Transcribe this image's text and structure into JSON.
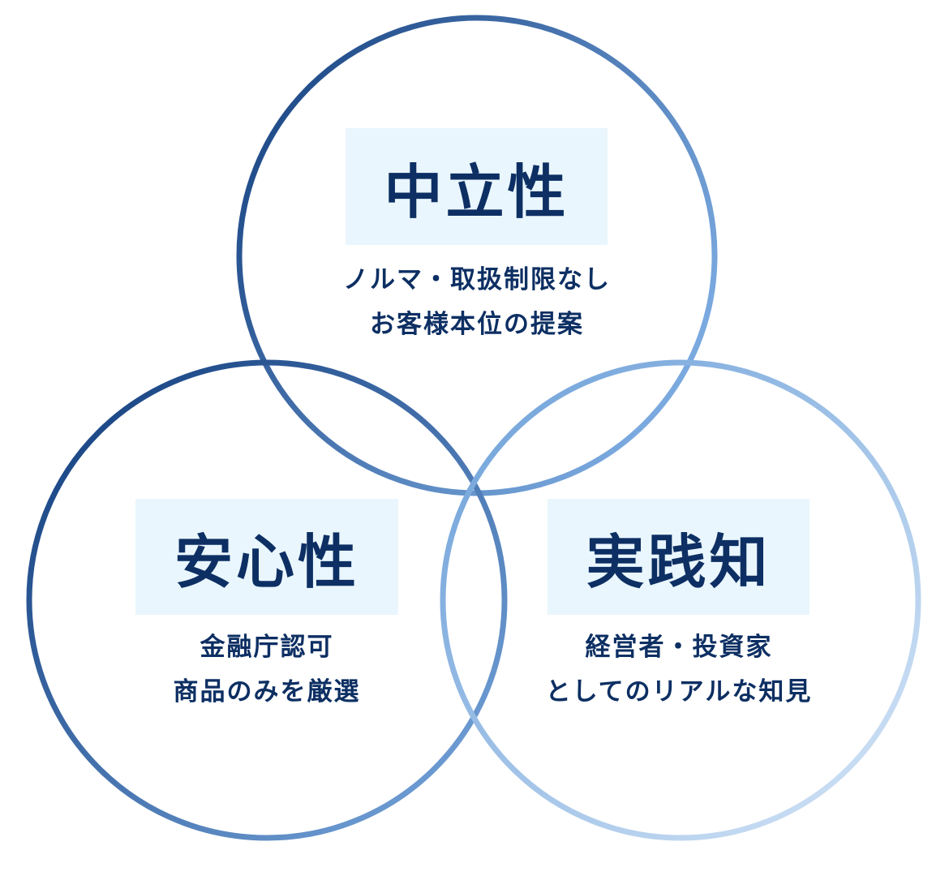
{
  "circles": [
    {
      "id": "neutrality",
      "title": "中立性",
      "lines": [
        "ノルマ・取扱制限なし",
        "お客様本位の提案"
      ]
    },
    {
      "id": "safety",
      "title": "安心性",
      "lines": [
        "金融庁認可",
        "商品のみを厳選"
      ]
    },
    {
      "id": "practical",
      "title": "実践知",
      "lines": [
        "経営者・投資家",
        "としてのリアルな知見"
      ]
    }
  ],
  "colors": {
    "text": "#0d2f63",
    "box": "#e9f6fd",
    "dark": "#0f3a7a",
    "mid": "#6b9fd8",
    "light": "#d3e4f6"
  }
}
